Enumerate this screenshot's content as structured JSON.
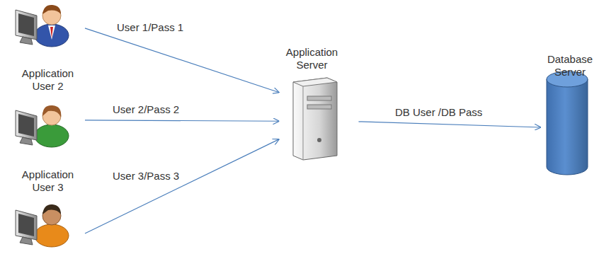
{
  "diagram": {
    "nodes": [
      {
        "text": []
      },
      {
        "text": [
          "Application User 2"
        ]
      },
      {
        "text": [
          "Application User 3"
        ]
      },
      {
        "text": [
          "Application Server"
        ]
      },
      {
        "text": [
          "Database Server"
        ]
      }
    ],
    "edges": [
      {
        "from": 0,
        "to": 3,
        "label": "User 1/Pass 1",
        "arrow": "to"
      },
      {
        "from": 1,
        "to": 3,
        "label": "User 2/Pass 2",
        "arrow": "to"
      },
      {
        "from": 2,
        "to": 3,
        "label": "User 3/Pass 3",
        "arrow": "to"
      },
      {
        "from": 3,
        "to": 4,
        "label": "DB User /DB Pass",
        "arrow": "to"
      }
    ]
  }
}
